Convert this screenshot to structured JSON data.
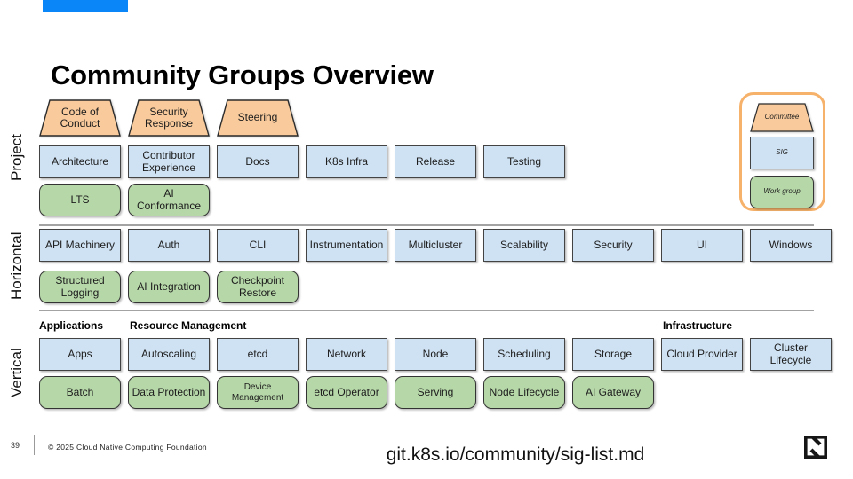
{
  "title": "Community Groups Overview",
  "sections": {
    "project": {
      "label": "Project",
      "committees": [
        "Code of Conduct",
        "Security Response",
        "Steering"
      ],
      "sigs": [
        "Architecture",
        "Contributor Experience",
        "Docs",
        "K8s Infra",
        "Release",
        "Testing"
      ],
      "work_groups": [
        "LTS",
        "AI Conformance"
      ]
    },
    "horizontal": {
      "label": "Horizontal",
      "sigs": [
        "API Machinery",
        "Auth",
        "CLI",
        "Instrumentation",
        "Multicluster",
        "Scalability",
        "Security",
        "UI",
        "Windows"
      ],
      "work_groups": [
        "Structured Logging",
        "AI Integration",
        "Checkpoint Restore"
      ]
    },
    "vertical": {
      "label": "Vertical",
      "categories": [
        "Applications",
        "Resource Management",
        "Infrastructure"
      ],
      "sigs": [
        "Apps",
        "Autoscaling",
        "etcd",
        "Network",
        "Node",
        "Scheduling",
        "Storage",
        "Cloud Provider",
        "Cluster Lifecycle"
      ],
      "work_groups": [
        "Batch",
        "Data Protection",
        "Device Management",
        "etcd Operator",
        "Serving",
        "Node Lifecycle",
        "AI Gateway"
      ]
    }
  },
  "legend": {
    "committee": "Committee",
    "sig": "SIG",
    "work_group": "Work group"
  },
  "footer": {
    "page_number": "39",
    "copyright": "© 2025 Cloud Native Computing Foundation",
    "url": "git.k8s.io/community/sig-list.md"
  },
  "icons": {
    "cncf_logo": "cncf-logo"
  },
  "colors": {
    "accent": "#0b86f8",
    "sig_fill": "#cfe2f3",
    "work_group_fill": "#b6d7a8",
    "committee_fill": "#f9cb9c",
    "legend_border": "#f6b26b"
  }
}
